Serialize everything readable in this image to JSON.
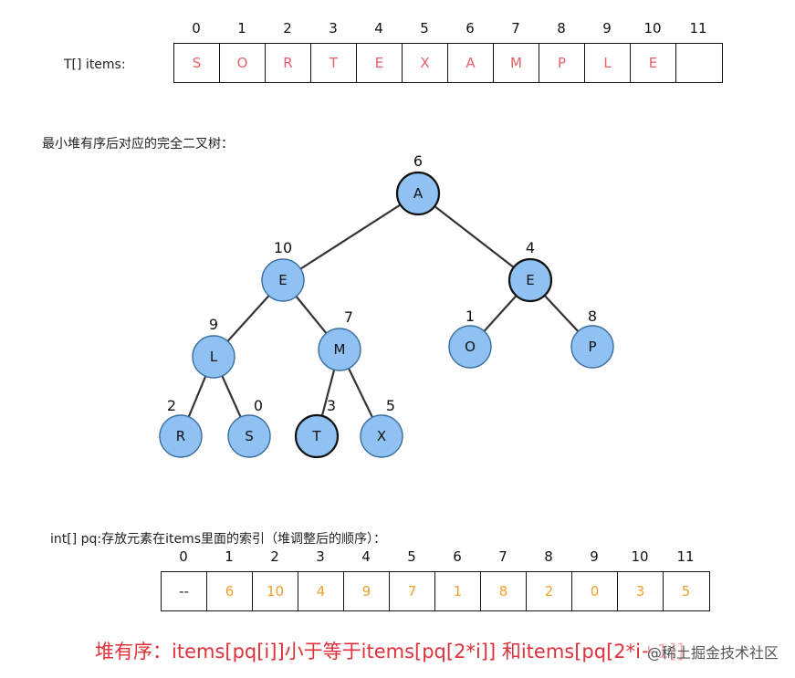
{
  "items_array": {
    "label": "T[] items:",
    "indices": [
      "0",
      "1",
      "2",
      "3",
      "4",
      "5",
      "6",
      "7",
      "8",
      "9",
      "10",
      "11"
    ],
    "values": [
      "S",
      "O",
      "R",
      "T",
      "E",
      "X",
      "A",
      "M",
      "P",
      "L",
      "E",
      ""
    ],
    "value_color": "#e8606a"
  },
  "tree": {
    "caption": "最小堆有序后对应的完全二叉树：",
    "node_fill": "#8fc1f2",
    "nodes": [
      {
        "letter": "A",
        "index": "6"
      },
      {
        "letter": "E",
        "index": "10"
      },
      {
        "letter": "E",
        "index": "4"
      },
      {
        "letter": "L",
        "index": "9"
      },
      {
        "letter": "M",
        "index": "7"
      },
      {
        "letter": "O",
        "index": "1"
      },
      {
        "letter": "P",
        "index": "8"
      },
      {
        "letter": "R",
        "index": "2"
      },
      {
        "letter": "S",
        "index": "0"
      },
      {
        "letter": "T",
        "index": "3"
      },
      {
        "letter": "X",
        "index": "5"
      }
    ]
  },
  "pq_array": {
    "label": "int[] pq:存放元素在items里面的索引（堆调整后的顺序）：",
    "indices": [
      "0",
      "1",
      "2",
      "3",
      "4",
      "5",
      "6",
      "7",
      "8",
      "9",
      "10",
      "11"
    ],
    "values": [
      "--",
      "6",
      "10",
      "4",
      "9",
      "7",
      "1",
      "8",
      "2",
      "0",
      "3",
      "5"
    ],
    "value_color": "#f0a030"
  },
  "footer": {
    "text": "堆有序：items[pq[i]]小于等于items[pq[2*i]] 和items[pq[2*i+1]]",
    "color": "#e0303a"
  },
  "watermark": "@稀土掘金技术社区"
}
